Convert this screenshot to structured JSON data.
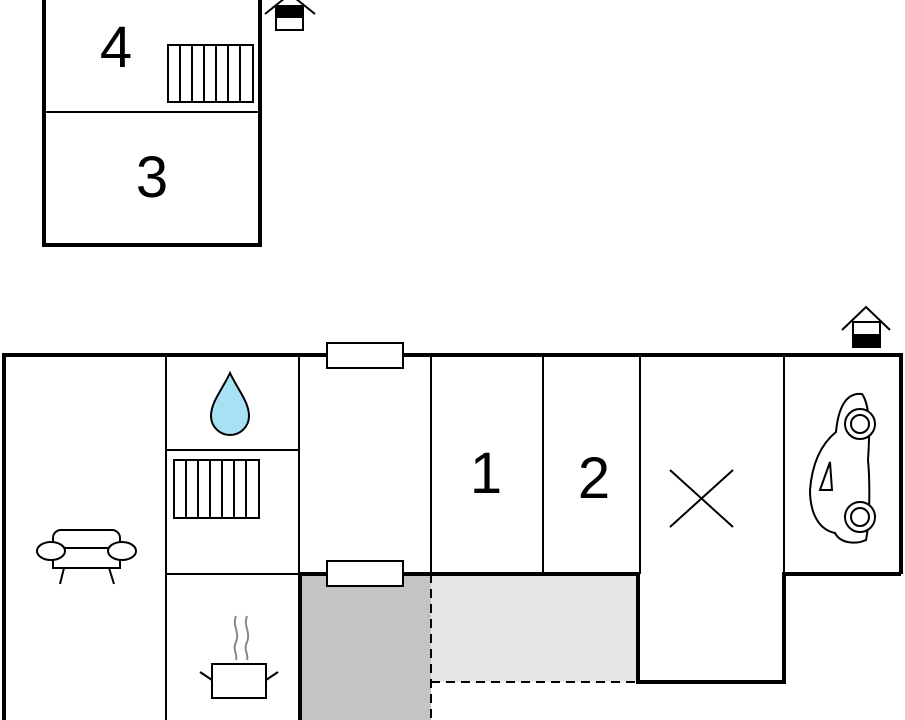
{
  "upper_floor": {
    "room_4": {
      "label": "4"
    },
    "room_3": {
      "label": "3"
    },
    "entrance_icon": "house-entrance-icon",
    "stairs_icon": "stairs-icon"
  },
  "ground_floor": {
    "room_1": {
      "label": "1"
    },
    "room_2": {
      "label": "2"
    },
    "entrance_icon": "house-entrance-icon",
    "icons": [
      "sofa-icon",
      "water-drop-icon",
      "stairs-icon",
      "cooking-pot-icon",
      "car-icon",
      "cross-icon",
      "window-icon"
    ]
  },
  "colors": {
    "water": "#a8e0f4",
    "terrace_dark": "#c4c4c4",
    "terrace_light": "#e6e6e6"
  }
}
